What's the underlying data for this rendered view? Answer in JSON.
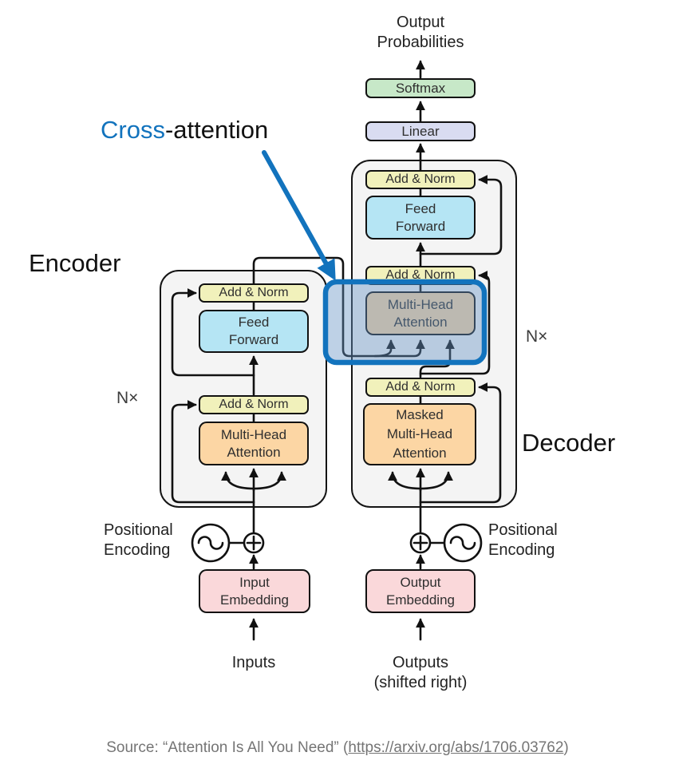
{
  "colors": {
    "accent": "#1273bd",
    "softmax_fill": "#c7e8c8",
    "linear_fill": "#d9dcf1",
    "add_norm_fill": "#f1f1bb",
    "feed_forward_fill": "#b5e5f4",
    "attention_fill": "#fcd6a4",
    "embedding_fill": "#fad8da",
    "container_fill": "#f4f4f4",
    "highlight_fill": "rgba(100,145,195,0.42)"
  },
  "annotation": {
    "highlight_word": "Cross",
    "rest": "-attention"
  },
  "diagram": {
    "output_probabilities": [
      "Output",
      "Probabilities"
    ],
    "softmax": "Softmax",
    "linear": "Linear",
    "add_norm": "Add & Norm",
    "feed_forward": [
      "Feed",
      "Forward"
    ],
    "multi_head_attention": [
      "Multi-Head",
      "Attention"
    ],
    "masked_multi_head_attention": [
      "Masked",
      "Multi-Head",
      "Attention"
    ],
    "encoder_label": "Encoder",
    "decoder_label": "Decoder",
    "n_times": "N×",
    "positional_encoding": [
      "Positional",
      "Encoding"
    ],
    "input_embedding": [
      "Input",
      "Embedding"
    ],
    "output_embedding": [
      "Output",
      "Embedding"
    ],
    "inputs_label": "Inputs",
    "outputs_label": [
      "Outputs",
      "(shifted right)"
    ]
  },
  "source": {
    "prefix": "Source: “Attention Is All You Need” (",
    "link_text": "https://arxiv.org/abs/1706.03762",
    "link_href": "https://arxiv.org/abs/1706.03762",
    "suffix": ")"
  }
}
